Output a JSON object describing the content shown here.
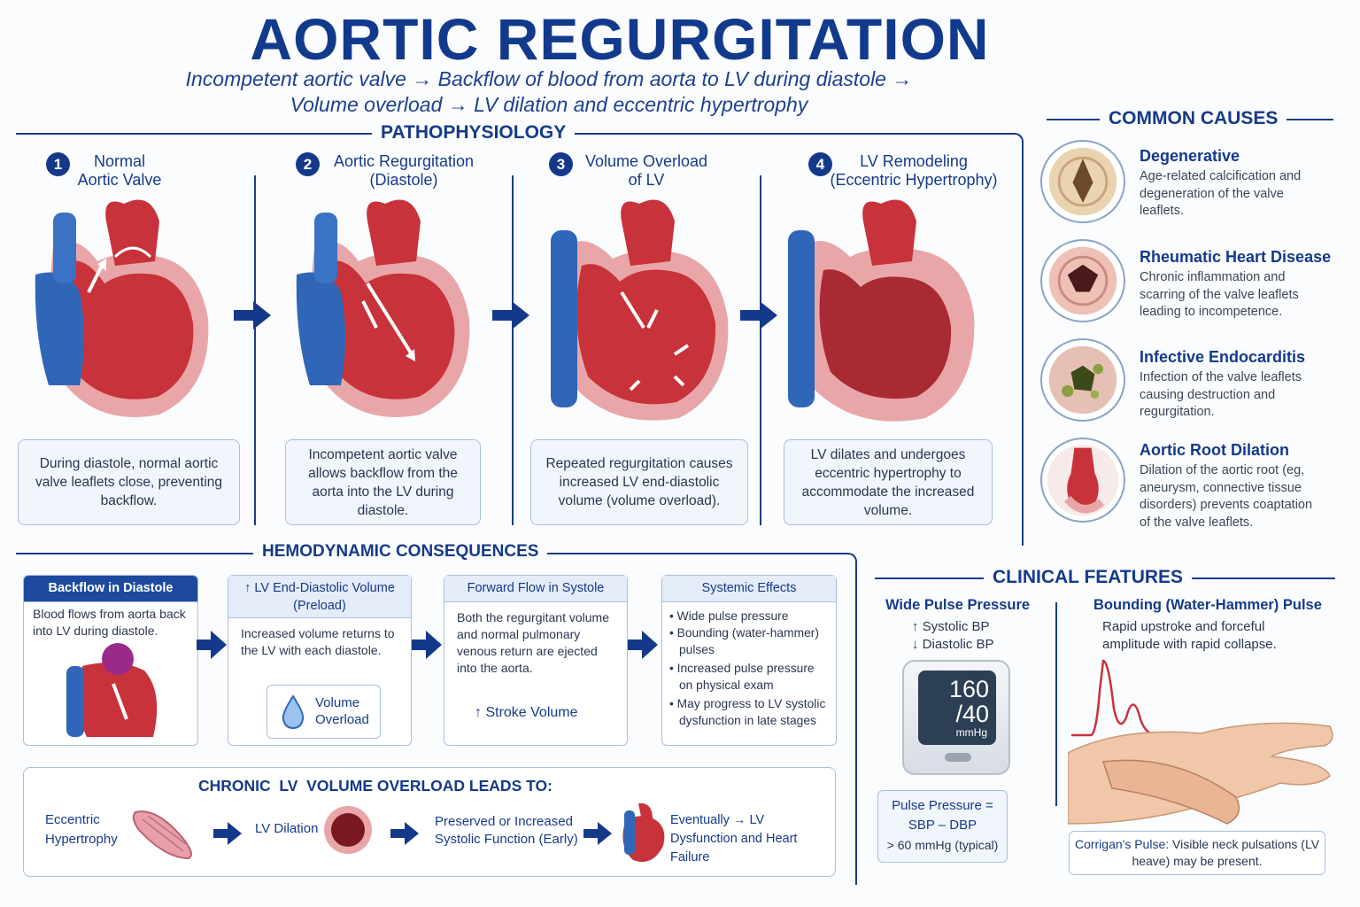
{
  "title": "AORTIC REGURGITATION",
  "subtitle_line1": "Incompetent aortic valve → Backflow of blood from aorta to LV during diastole →",
  "subtitle_line2": "Volume overload → LV dilation and eccentric hypertrophy",
  "patho": {
    "heading": "PATHOPHYSIOLOGY",
    "steps": [
      {
        "num": "1",
        "title_l1": "Normal",
        "title_l2": "Aortic Valve",
        "desc": "During diastole, normal aortic valve leaflets close, preventing backflow."
      },
      {
        "num": "2",
        "title_l1": "Aortic Regurgitation",
        "title_l2": "(Diastole)",
        "desc": "Incompetent aortic valve allows backflow from the aorta into the LV during diastole."
      },
      {
        "num": "3",
        "title_l1": "Volume Overload",
        "title_l2": "of LV",
        "desc": "Repeated regurgitation causes increased LV end-diastolic volume (volume overload)."
      },
      {
        "num": "4",
        "title_l1": "LV Remodeling",
        "title_l2": "(Eccentric Hypertrophy)",
        "desc": "LV dilates and undergoes eccentric hypertrophy to accommodate the increased volume."
      }
    ]
  },
  "causes": {
    "heading": "COMMON CAUSES",
    "items": [
      {
        "title": "Degenerative",
        "desc": "Age-related calcification and degeneration of the valve leaflets."
      },
      {
        "title": "Rheumatic Heart Disease",
        "desc": "Chronic inflammation and scarring of the valve leaflets leading to incompetence."
      },
      {
        "title": "Infective Endocarditis",
        "desc": "Infection of the valve leaflets causing destruction and regurgitation."
      },
      {
        "title": "Aortic Root Dilation",
        "desc": "Dilation of the aortic root (eg, aneurysm, connective tissue disorders) prevents coaptation of the valve leaflets."
      }
    ]
  },
  "hemo": {
    "heading": "HEMODYNAMIC CONSEQUENCES",
    "boxes": [
      {
        "title": "Backflow in Diastole",
        "body": "Blood flows from aorta back into LV during diastole."
      },
      {
        "title_l1": "↑ LV End-Diastolic Volume",
        "title_l2": "(Preload)",
        "body": "Increased volume returns to the LV with each diastole.",
        "badge_l1": "Volume",
        "badge_l2": "Overload"
      },
      {
        "title": "Forward Flow in Systole",
        "body": "Both the regurgitant volume and normal pulmonary venous return are ejected into the aorta.",
        "extra": "↑ Stroke Volume"
      },
      {
        "title": "Systemic Effects",
        "bullets": [
          "Wide pulse pressure",
          "Bounding (water-hammer) pulses",
          "Increased pulse pressure on physical exam",
          "May progress to LV systolic dysfunction in late stages"
        ]
      }
    ],
    "chronic": {
      "heading": "CHRONIC  LV  VOLUME OVERLOAD LEADS TO:",
      "items": [
        "Eccentric Hypertrophy",
        "LV Dilation",
        "Preserved or Increased Systolic Function (Early)",
        "Eventually → LV Dysfunction and Heart Failure"
      ]
    }
  },
  "clinical": {
    "heading": "CLINICAL FEATURES",
    "wide": {
      "title": "Wide Pulse Pressure",
      "l1": "↑ Systolic BP",
      "l2": "↓ Diastolic BP",
      "bp_sys": "160",
      "bp_dia": "/40",
      "bp_unit": "mmHg",
      "formula_l1": "Pulse Pressure =",
      "formula_l2": "SBP – DBP",
      "formula_l3": "> 60 mmHg (typical)"
    },
    "bounding": {
      "title": "Bounding (Water-Hammer) Pulse",
      "desc": "Rapid upstroke and forceful amplitude with rapid collapse.",
      "corrigan_label": "Corrigan's Pulse:",
      "corrigan_text": "Visible neck pulsations (LV heave) may be present."
    }
  },
  "colors": {
    "navy": "#15398a",
    "red": "#c8323a",
    "blue": "#2f66b8",
    "pink": "#e9a6a8"
  }
}
